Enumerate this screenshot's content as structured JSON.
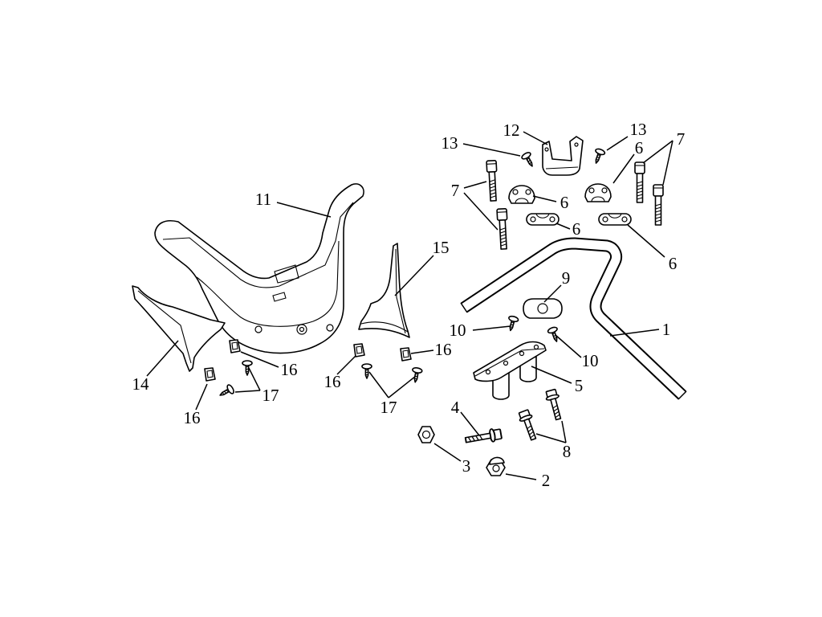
{
  "callouts": [
    "13",
    "12",
    "13",
    "6",
    "7",
    "7",
    "6",
    "6",
    "6",
    "11",
    "15",
    "9",
    "10",
    "1",
    "10",
    "16",
    "16",
    "16",
    "14",
    "5",
    "17",
    "17",
    "16",
    "4",
    "8",
    "3",
    "2"
  ]
}
